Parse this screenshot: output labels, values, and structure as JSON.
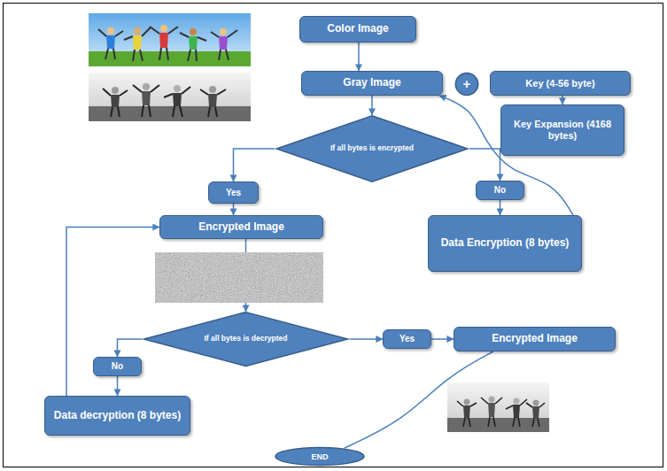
{
  "diagram": {
    "nodes": [
      {
        "text": [
          "Color Image"
        ]
      },
      {
        "text": [
          "Gray Image"
        ]
      },
      {
        "text": [
          "+"
        ]
      },
      {
        "text": [
          "Key (4-56 byte)"
        ]
      },
      {
        "text": [
          "Key Expansion (4168 bytes)"
        ]
      },
      {
        "text": [
          "If all bytes is encrypted"
        ]
      },
      {
        "text": [
          "Yes"
        ]
      },
      {
        "text": [
          "No"
        ]
      },
      {
        "text": [
          "Data Encryption (8 bytes)"
        ]
      },
      {
        "text": [
          "Encrypted Image"
        ]
      },
      {
        "text": [
          "If all bytes is decrypted"
        ]
      },
      {
        "text": [
          "Yes"
        ]
      },
      {
        "text": [
          "Encrypted Image"
        ]
      },
      {
        "text": [
          "No"
        ]
      },
      {
        "text": [
          "Data decryption (8 bytes)"
        ]
      },
      {
        "text": [
          "END"
        ]
      }
    ],
    "edges": [
      {
        "from": 0,
        "to": 1,
        "arrow": "to"
      },
      {
        "from": 3,
        "to": 4,
        "arrow": "to"
      },
      {
        "from": 1,
        "to": 5,
        "arrow": "to"
      },
      {
        "from": 5,
        "to": 6,
        "arrow": "to"
      },
      {
        "from": 6,
        "to": 9,
        "arrow": "to"
      },
      {
        "from": 5,
        "to": 7,
        "arrow": "to"
      },
      {
        "from": 7,
        "to": 8,
        "arrow": "to"
      },
      {
        "from": 8,
        "to": 1,
        "arrow": "to"
      },
      {
        "from": 9,
        "to": 10,
        "arrow": "to"
      },
      {
        "from": 10,
        "to": 11,
        "arrow": "to"
      },
      {
        "from": 11,
        "to": 12,
        "arrow": "to"
      },
      {
        "from": 10,
        "to": 13,
        "arrow": "to"
      },
      {
        "from": 13,
        "to": 14,
        "arrow": "to"
      },
      {
        "from": 14,
        "to": 9,
        "arrow": "to"
      },
      {
        "from": 12,
        "to": 15,
        "arrow": "none"
      }
    ]
  }
}
